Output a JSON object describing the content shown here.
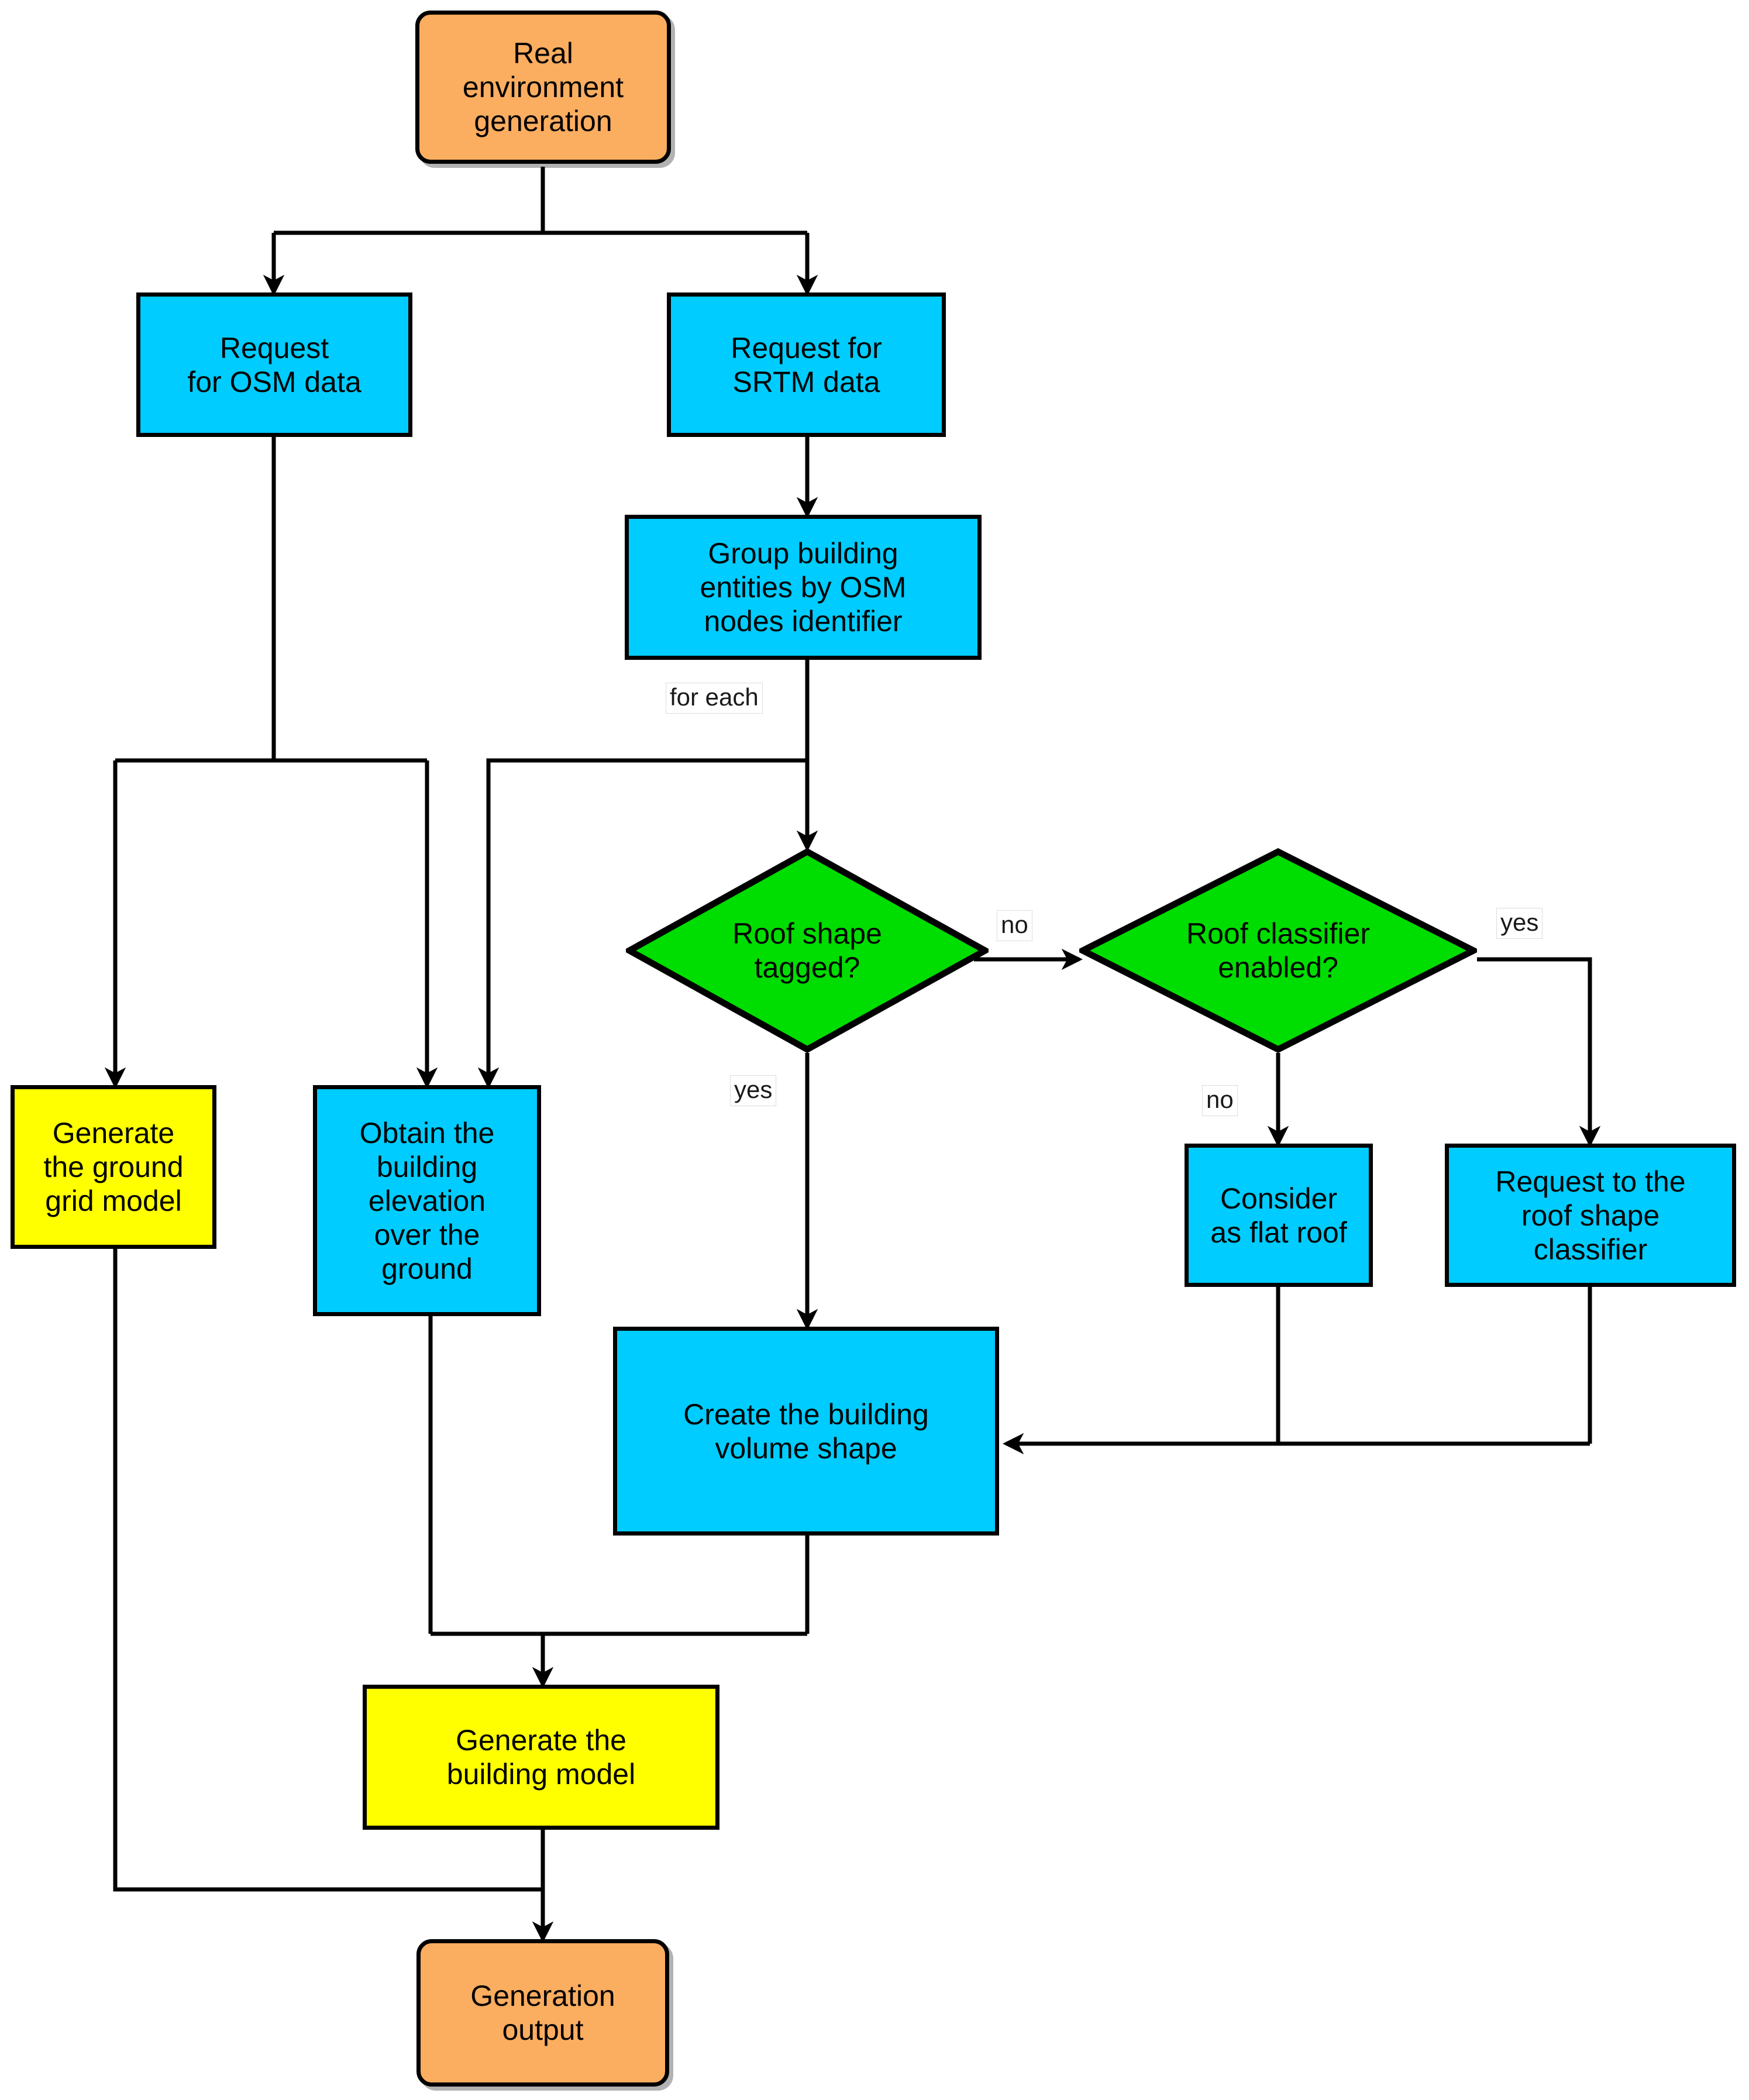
{
  "diagram": {
    "title": "Real environment generation flowchart",
    "colors": {
      "terminal_fill": "#FBAD60",
      "process_fill": "#00CCFF",
      "output_fill": "#FFFF00",
      "decision_fill": "#00DD00",
      "stroke": "#000000",
      "background": "#FFFFFF"
    },
    "nodes": {
      "start": {
        "label": "Real\nenvironment\ngeneration",
        "shape": "rounded-rectangle",
        "type": "terminal"
      },
      "request_osm": {
        "label": "Request\nfor OSM data",
        "shape": "rectangle",
        "type": "process"
      },
      "request_srtm": {
        "label": "Request for\nSRTM data",
        "shape": "rectangle",
        "type": "process"
      },
      "group_building": {
        "label": "Group building\nentities by OSM\nnodes identifier",
        "shape": "rectangle",
        "type": "process"
      },
      "roof_shape_tagged": {
        "label": "Roof shape\ntagged?",
        "shape": "diamond",
        "type": "decision"
      },
      "roof_classifier_enabled": {
        "label": "Roof classifier\nenabled?",
        "shape": "diamond",
        "type": "decision"
      },
      "generate_ground_grid": {
        "label": "Generate\nthe ground\ngrid model",
        "shape": "rectangle",
        "type": "output"
      },
      "obtain_elevation": {
        "label": "Obtain the\nbuilding\nelevation\nover the\nground",
        "shape": "rectangle",
        "type": "process"
      },
      "consider_flat_roof": {
        "label": "Consider\nas flat roof",
        "shape": "rectangle",
        "type": "process"
      },
      "request_classifier": {
        "label": "Request to the\nroof shape\nclassifier",
        "shape": "rectangle",
        "type": "process"
      },
      "create_volume": {
        "label": "Create the building\nvolume shape",
        "shape": "rectangle",
        "type": "process"
      },
      "generate_building_model": {
        "label": "Generate the\nbuilding model",
        "shape": "rectangle",
        "type": "output"
      },
      "generation_output": {
        "label": "Generation\noutput",
        "shape": "rounded-rectangle",
        "type": "terminal"
      }
    },
    "edge_labels": {
      "for_each": "for each",
      "tagged_no": "no",
      "tagged_yes": "yes",
      "classifier_yes": "yes",
      "classifier_no": "no"
    },
    "edges": [
      {
        "from": "start",
        "to": "request_osm",
        "label": ""
      },
      {
        "from": "start",
        "to": "request_srtm",
        "label": ""
      },
      {
        "from": "request_srtm",
        "to": "group_building",
        "label": ""
      },
      {
        "from": "group_building",
        "to": "roof_shape_tagged",
        "label": "for each"
      },
      {
        "from": "group_building",
        "to": "obtain_elevation",
        "label": ""
      },
      {
        "from": "request_osm",
        "to": "generate_ground_grid",
        "label": ""
      },
      {
        "from": "request_osm",
        "to": "obtain_elevation",
        "label": ""
      },
      {
        "from": "roof_shape_tagged",
        "to": "roof_classifier_enabled",
        "label": "no"
      },
      {
        "from": "roof_shape_tagged",
        "to": "create_volume",
        "label": "yes"
      },
      {
        "from": "roof_classifier_enabled",
        "to": "consider_flat_roof",
        "label": "no"
      },
      {
        "from": "roof_classifier_enabled",
        "to": "request_classifier",
        "label": "yes"
      },
      {
        "from": "consider_flat_roof",
        "to": "create_volume",
        "label": ""
      },
      {
        "from": "request_classifier",
        "to": "create_volume",
        "label": ""
      },
      {
        "from": "obtain_elevation",
        "to": "generate_building_model",
        "label": ""
      },
      {
        "from": "create_volume",
        "to": "generate_building_model",
        "label": ""
      },
      {
        "from": "generate_building_model",
        "to": "generation_output",
        "label": ""
      },
      {
        "from": "generate_ground_grid",
        "to": "generation_output",
        "label": ""
      }
    ]
  }
}
